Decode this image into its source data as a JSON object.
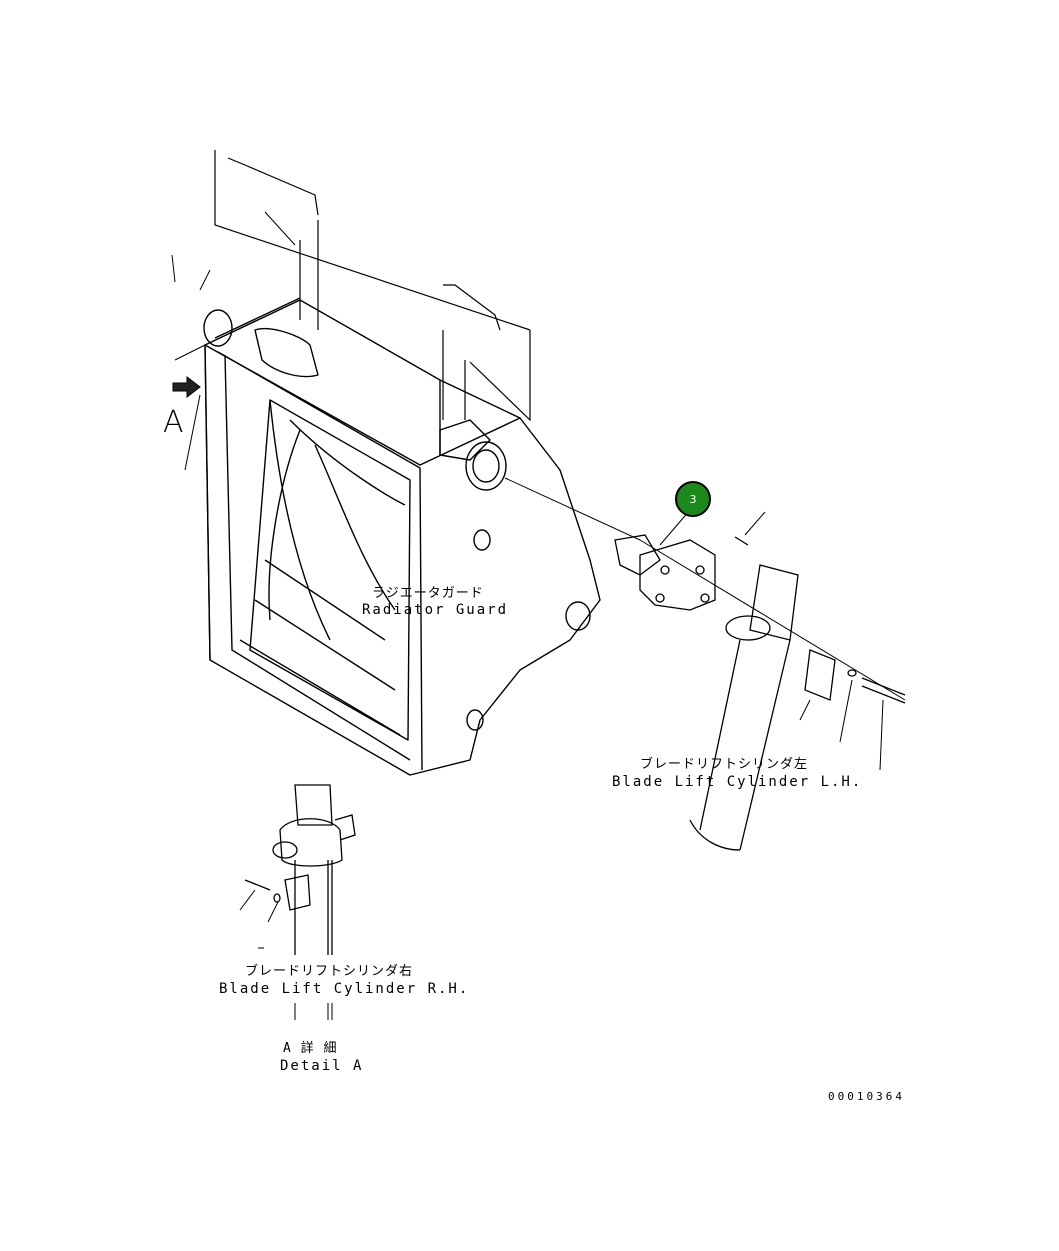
{
  "labels": {
    "radiator_guard_jp": "ラジエータガード",
    "radiator_guard_en": "Radiator Guard",
    "blade_lift_lh_jp": "ブレードリフトシリンダ左",
    "blade_lift_lh_en": "Blade Lift Cylinder L.H.",
    "blade_lift_rh_jp": "ブレードリフトシリンダ右",
    "blade_lift_rh_en": "Blade Lift Cylinder R.H.",
    "detail_jp": "A 詳 細",
    "detail_en": "Detail A",
    "view_marker": "A",
    "drawing_code": "00010364"
  },
  "callouts": [
    {
      "number": "3",
      "color": "#1a8a1a"
    }
  ],
  "colors": {
    "line": "#000000",
    "background": "#ffffff",
    "callout_fill": "#1a8a1a",
    "callout_ring": "#000000"
  }
}
